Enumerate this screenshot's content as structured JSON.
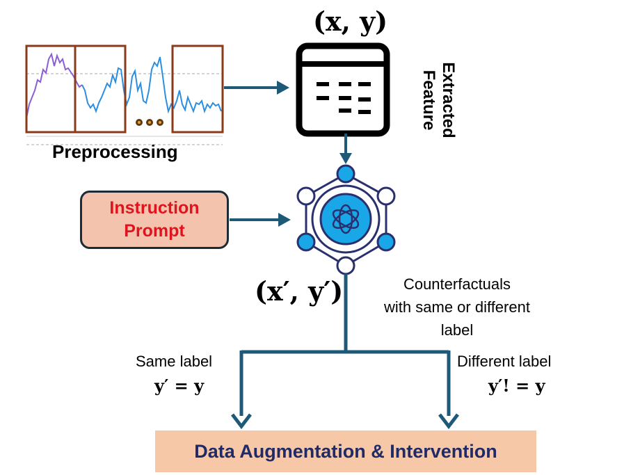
{
  "preprocessing": {
    "label": "Preprocessing"
  },
  "feature": {
    "math_label": "(x, y)",
    "label": "Extracted Feature"
  },
  "prompt": {
    "line1": "Instruction",
    "line2": "Prompt"
  },
  "llm": {
    "output_label": "(x′, y′)"
  },
  "counterfactual": {
    "line1": "Counterfactuals",
    "line2": "with  same or different",
    "line3": "label"
  },
  "branches": {
    "same": {
      "label": "Same label",
      "equation": "y′ = y"
    },
    "different": {
      "label": "Different label",
      "equation": "y′! = y"
    }
  },
  "output": {
    "label": "Data Augmentation & Intervention"
  },
  "colors": {
    "arrow": "#1e5a78",
    "node": "#1aa7e8",
    "prompt_text": "#e0141e",
    "output_text": "#1f2a66",
    "window_border": "#8b3a1a"
  }
}
